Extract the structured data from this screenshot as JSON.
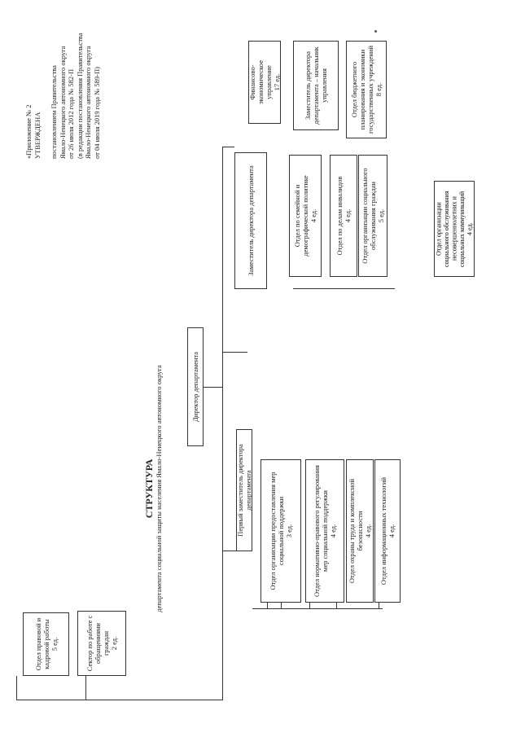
{
  "approval": {
    "lines": [
      "«Приложение № 2",
      "УТВЕРЖДЕНА",
      "",
      "постановлением Правительства",
      "Ямало-Ненецкого автономного округа",
      "от 26 июля 2012 года № 582-П",
      "(в редакции постановления Правительства",
      "Ямало-Ненецкого автономного округа",
      "от 04 июля 2019 года № 589-П)"
    ]
  },
  "title": {
    "heading": "СТРУКТУРА",
    "subtitle": "департамента социальной защиты населения Ямало-Ненецкого автономного округа"
  },
  "director": {
    "label": "Директор департамента"
  },
  "units": {
    "legal": {
      "label": "Отдел правовой и кадровой работы",
      "count": "5 ед."
    },
    "appeals": {
      "label": "Сектор по работе с обращениями граждан",
      "count": "2 ед."
    },
    "first_deputy": {
      "label": "Первый заместитель директора департамента",
      "count": ""
    },
    "measures": {
      "label": "Отдел организации предоставления мер социальной поддержки",
      "count": "3 ед."
    },
    "regulation": {
      "label": "Отдел нормативно-правового регулирования мер социальной поддержки",
      "count": "4 ед."
    },
    "labor_safety": {
      "label": "Отдел охраны труда и комплексной безопасности",
      "count": "4 ед."
    },
    "it": {
      "label": "Отдел информационных технологий",
      "count": "4 ед."
    },
    "deputy": {
      "label": "Заместитель директора департамента",
      "count": ""
    },
    "family": {
      "label": "Отдел по семейной и демографической политике",
      "count": "4 ед."
    },
    "disabled": {
      "label": "Отдел по делам инвалидов",
      "count": "4 ед."
    },
    "social_service": {
      "label": "Отдел организации социального обслуживания граждан",
      "count": "5 ед."
    },
    "minors": {
      "label": "Отдел организации социального обслуживания несовершеннолетних и социальных коммуникаций",
      "count": "4 ед."
    },
    "finance": {
      "label": "Финансово-экономическое управление",
      "count": "17 ед."
    },
    "deputy_head": {
      "label": "Заместитель директора департамента – начальник управления",
      "count": ""
    },
    "budget": {
      "label": "Отдел бюджетного планирования и экономики государственных учреждений",
      "count": "8 ед."
    }
  }
}
